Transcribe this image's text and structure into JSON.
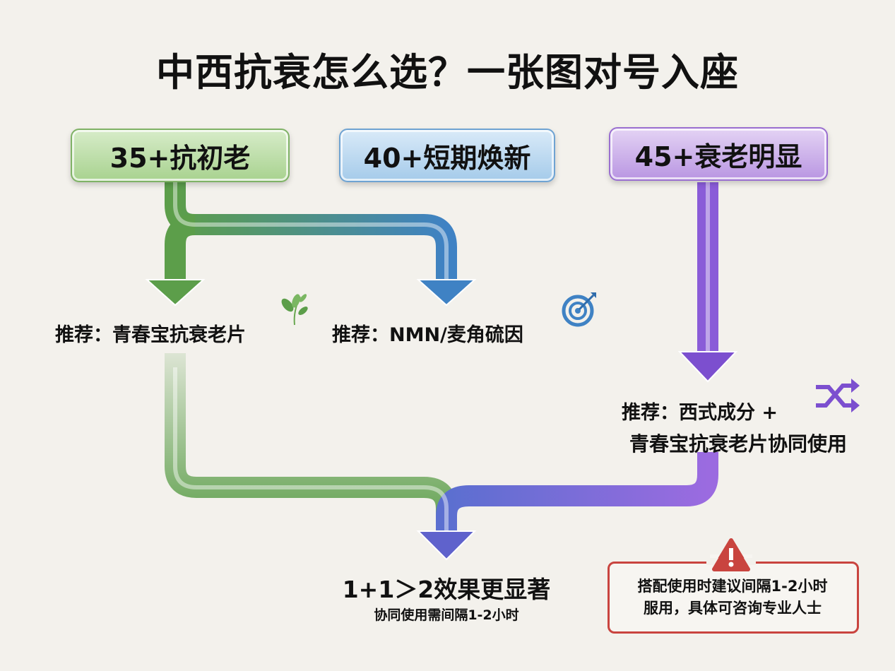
{
  "title": "中西抗衰怎么选？一张图对号入座",
  "groups": [
    {
      "label": "35+抗初老",
      "recommendation": "推荐：青春宝抗衰老片",
      "icon": "leaf-icon",
      "color": "#5c9e4a"
    },
    {
      "label": "40+短期焕新",
      "recommendation": "推荐：NMN/麦角硫因",
      "icon": "target-icon",
      "color": "#3f82c4"
    },
    {
      "label": "45+衰老明显",
      "recommendation_line1": "推荐：西式成分 +",
      "recommendation_line2": "青春宝抗衰老片协同使用",
      "icon": "shuffle-icon",
      "color": "#7c4fcf"
    }
  ],
  "result": {
    "headline": "1+1＞2效果更显著",
    "subtext": "协同使用需间隔1-2小时"
  },
  "warning": {
    "icon": "warning-icon",
    "line1": "搭配使用时建议间隔1-2小时",
    "line2": "服用，具体可咨询专业人士",
    "color": "#c9443f"
  }
}
